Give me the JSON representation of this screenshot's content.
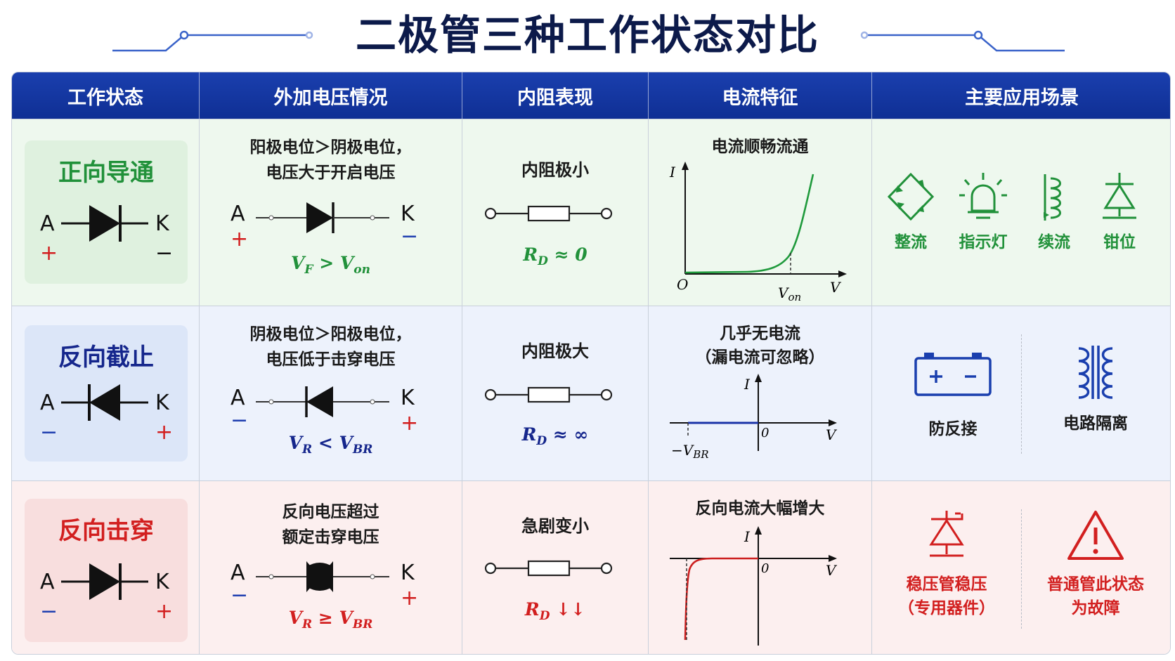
{
  "title": "二极管三种工作状态对比",
  "colors": {
    "header_bg": "#1435a3",
    "forward": "#21913a",
    "reverse": "#15268c",
    "breakdown": "#d21f1f",
    "title": "#0c1a4a"
  },
  "headers": [
    "工作状态",
    "外加电压情况",
    "内阻表现",
    "电流特征",
    "主要应用场景"
  ],
  "terminals": {
    "anode": "A",
    "cathode": "K",
    "plus": "+",
    "minus": "−"
  },
  "rows": [
    {
      "state": "正向导通",
      "voltage_desc_line1": "阳极电位＞阴极电位，",
      "voltage_desc_line2": "电压大于开启电压",
      "condition": {
        "left": "V",
        "left_sub": "F",
        "op": " > ",
        "right": "V",
        "right_sub": "on"
      },
      "resistance": "内阻极小",
      "resistance_value": {
        "sym": "R",
        "sub": "D",
        "rest": " ≈ 0"
      },
      "current": "电流顺畅流通",
      "curve_labels": {
        "i": "I",
        "origin": "O",
        "v": "V",
        "marker": "V",
        "marker_sub": "on"
      },
      "apps": [
        {
          "icon": "bridge-rectifier-icon",
          "label": "整流"
        },
        {
          "icon": "indicator-lamp-icon",
          "label": "指示灯"
        },
        {
          "icon": "inductor-coil-icon",
          "label": "续流"
        },
        {
          "icon": "clamp-diode-icon",
          "label": "钳位"
        }
      ]
    },
    {
      "state": "反向截止",
      "voltage_desc_line1": "阴极电位＞阳极电位，",
      "voltage_desc_line2": "电压低于击穿电压",
      "condition": {
        "left": "V",
        "left_sub": "R",
        "op": " < ",
        "right": "V",
        "right_sub": "BR"
      },
      "resistance": "内阻极大",
      "resistance_value": {
        "sym": "R",
        "sub": "D",
        "rest": " ≈ ∞"
      },
      "current_line1": "几乎无电流",
      "current_line2": "（漏电流可忽略）",
      "curve_labels": {
        "i": "I",
        "origin": "0",
        "v": "V",
        "marker": "−V",
        "marker_sub": "BR"
      },
      "apps": [
        {
          "icon": "battery-icon",
          "label": "防反接"
        },
        {
          "icon": "transformer-icon",
          "label": "电路隔离"
        }
      ]
    },
    {
      "state": "反向击穿",
      "voltage_desc_line1": "反向电压超过",
      "voltage_desc_line2": "额定击穿电压",
      "condition": {
        "left": "V",
        "left_sub": "R",
        "op": " ≥ ",
        "right": "V",
        "right_sub": "BR"
      },
      "resistance": "急剧变小",
      "resistance_value": {
        "sym": "R",
        "sub": "D",
        "rest": " ↓↓"
      },
      "current": "反向电流大幅增大",
      "curve_labels": {
        "i": "I",
        "origin": "0",
        "v": "V"
      },
      "apps": [
        {
          "icon": "zener-diode-icon",
          "label_line1": "稳压管稳压",
          "label_line2": "（专用器件）"
        },
        {
          "icon": "warning-icon",
          "label_line1": "普通管此状态",
          "label_line2": "为故障"
        }
      ]
    }
  ]
}
